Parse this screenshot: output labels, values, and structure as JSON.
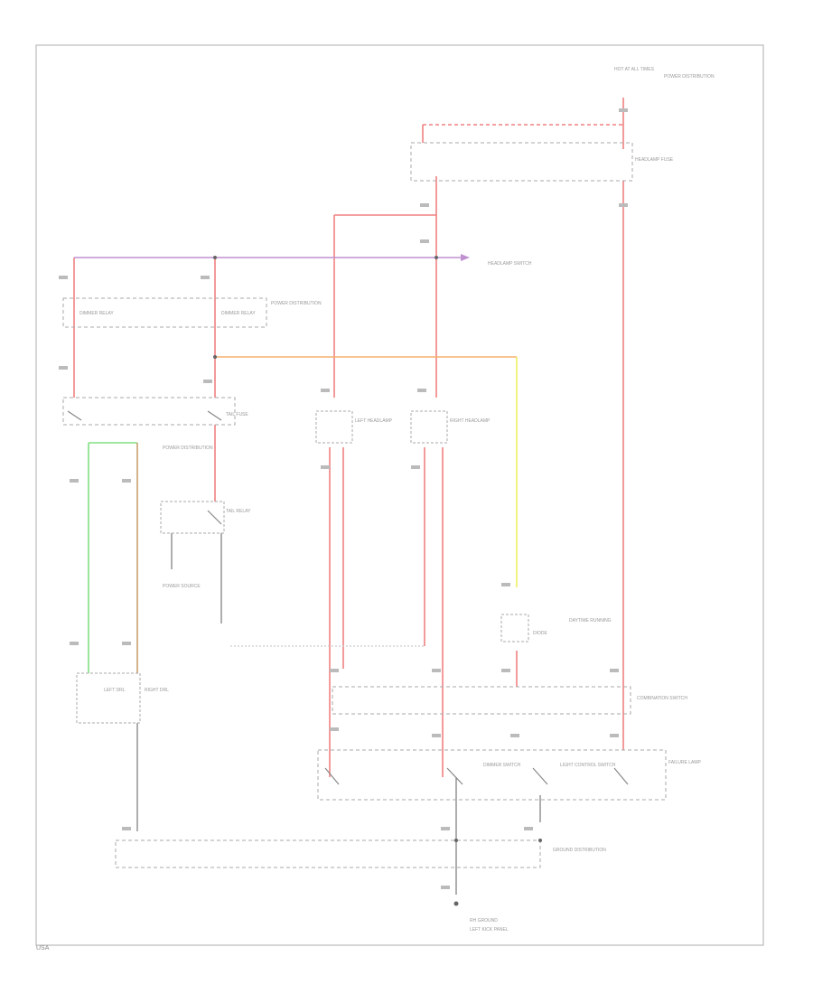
{
  "diagram": {
    "colors": {
      "red": "#f08080",
      "violet": "#c090d0",
      "orange": "#f5b070",
      "yellow": "#eeee60",
      "green": "#80e080",
      "tan": "#c8a070",
      "ground": "#666666",
      "outline": "#aaaaaa"
    },
    "labels": {
      "hot_at_all_times": "HOT AT ALL TIMES",
      "power_dist": "POWER DISTRIBUTION",
      "headlamp_fuse": "HEADLAMP FUSE",
      "headlamp_switch": "HEADLAMP SWITCH",
      "power_dist_2": "POWER DISTRIBUTION",
      "dimmer_1": "DIMMER RELAY",
      "dimmer_2": "DIMMER RELAY",
      "tail_fuse": "TAIL FUSE",
      "left_headlamp": "LEFT HEADLAMP",
      "right_headlamp": "RIGHT HEADLAMP",
      "power_dist_3": "POWER DISTRIBUTION",
      "tail_relay": "TAIL RELAY",
      "daytime_running": "DAYTIME RUNNING",
      "diode": "DIODE",
      "power_source": "POWER SOURCE",
      "left_drl": "LEFT DRL",
      "right_drl": "RIGHT DRL",
      "combination_switch": "COMBINATION SWITCH",
      "dimmer_switch": "DIMMER SWITCH",
      "light_control_switch": "LIGHT CONTROL SWITCH",
      "failure_lamp": "FAILURE LAMP",
      "rh_ground": "RH GROUND",
      "ground_dist": "GROUND DISTRIBUTION",
      "left_kick": "LEFT KICK PANEL",
      "corner": "USA"
    }
  }
}
